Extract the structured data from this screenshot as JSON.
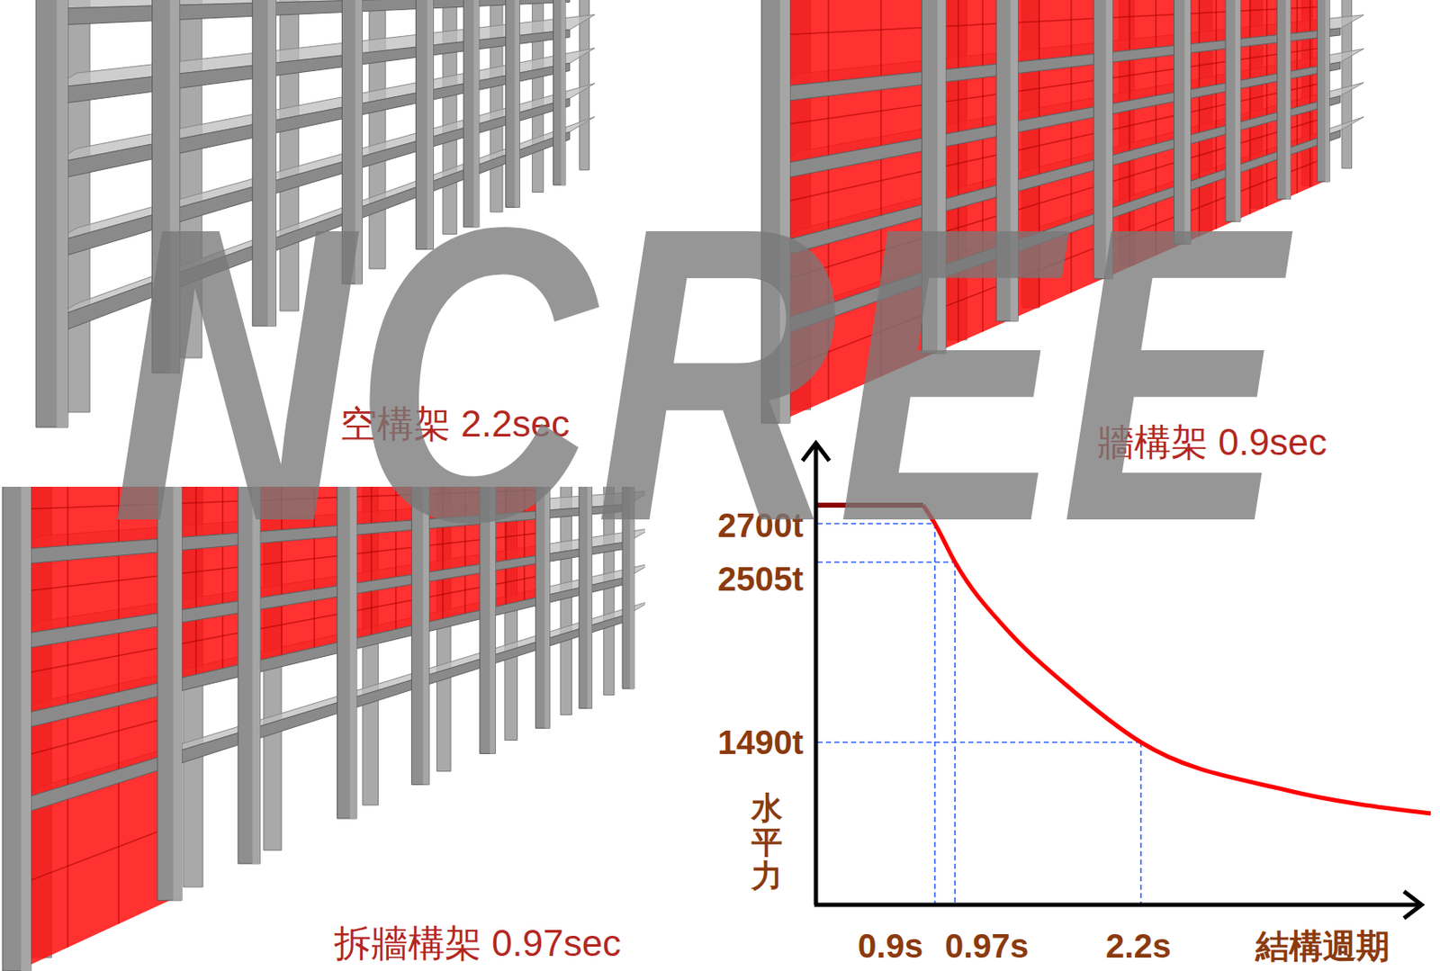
{
  "diagram": {
    "labels": [
      "空構架 2.2sec",
      "牆構架 0.9sec",
      "拆牆構架 0.97sec",
      "2700t",
      "2505t",
      "1490t",
      "水平力",
      "0.9s",
      "0.97s",
      "2.2s",
      "結構週期",
      "NCREE"
    ]
  }
}
